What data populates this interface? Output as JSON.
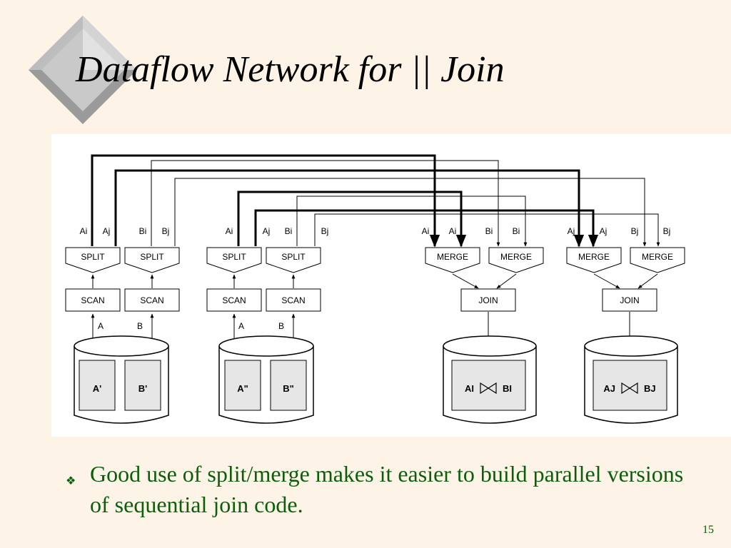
{
  "slide": {
    "title": "Dataflow Network for || Join",
    "bullet_text": "Good use of split/merge makes it easier to build parallel versions of sequential join code.",
    "slide_number": "15",
    "bullet_icon": "diamond-bullet-icon",
    "colors": {
      "background": "#fdf3e6",
      "bullet_text": "#0b5e0b"
    }
  },
  "diagram": {
    "split_labels": [
      "SPLIT",
      "SPLIT",
      "SPLIT",
      "SPLIT"
    ],
    "scan_labels": [
      "SCAN",
      "SCAN",
      "SCAN",
      "SCAN"
    ],
    "merge_labels": [
      "MERGE",
      "MERGE",
      "MERGE",
      "MERGE"
    ],
    "join_labels": [
      "JOIN",
      "JOIN"
    ],
    "split_outputs": [
      "Ai",
      "Aj",
      "Bi",
      "Bj",
      "Ai",
      "Aj",
      "Bi",
      "Bj"
    ],
    "merge_inputs": [
      "Ai",
      "Ai",
      "Bi",
      "Bi",
      "Aj",
      "Aj",
      "Bj",
      "Bj"
    ],
    "scan_inputs": [
      "A",
      "B",
      "A",
      "B"
    ],
    "disk_contents": [
      "A'",
      "B'",
      "A\"",
      "B\""
    ],
    "results": [
      {
        "left": "AI",
        "right": "BI"
      },
      {
        "left": "AJ",
        "right": "BJ"
      }
    ]
  }
}
